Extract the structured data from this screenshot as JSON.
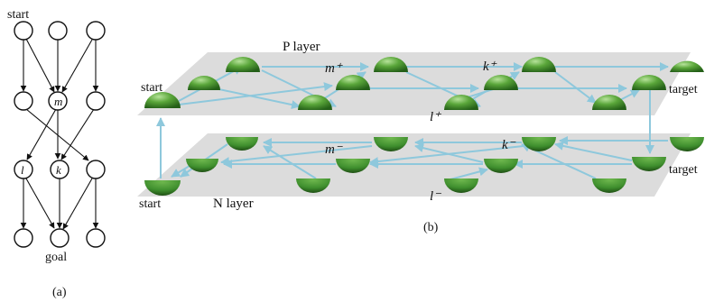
{
  "panel_a": {
    "label": "(a)",
    "start_label": "start",
    "goal_label": "goal",
    "node_labels": {
      "m": "m",
      "l": "l",
      "k": "k"
    }
  },
  "panel_b": {
    "label": "(b)",
    "p_layer_label": "P layer",
    "n_layer_label": "N layer",
    "start_top": "start",
    "start_bottom": "start",
    "target_top": "target",
    "target_bottom": "target",
    "m_plus": "m⁺",
    "k_plus": "k⁺",
    "l_plus": "l⁺",
    "m_minus": "m⁻",
    "k_minus": "k⁻",
    "l_minus": "l⁻"
  },
  "colors": {
    "node_green": "#3f8f2e",
    "edge_blue": "#8ec8dc",
    "plane_gray": "#d9d9d9"
  }
}
